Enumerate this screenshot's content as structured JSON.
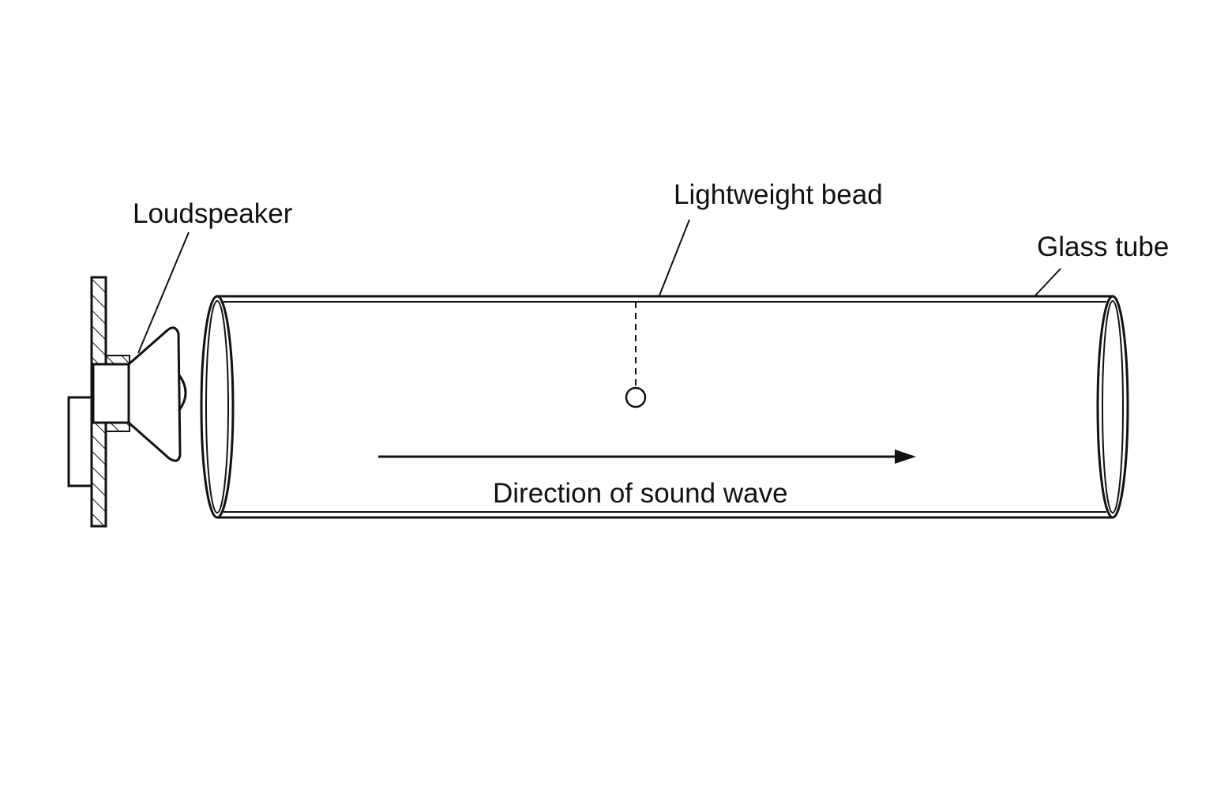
{
  "labels": {
    "loudspeaker": "Loudspeaker",
    "bead": "Lightweight bead",
    "tube": "Glass tube",
    "direction": "Direction of sound wave"
  },
  "colors": {
    "ink": "#111111",
    "background": "#ffffff"
  }
}
